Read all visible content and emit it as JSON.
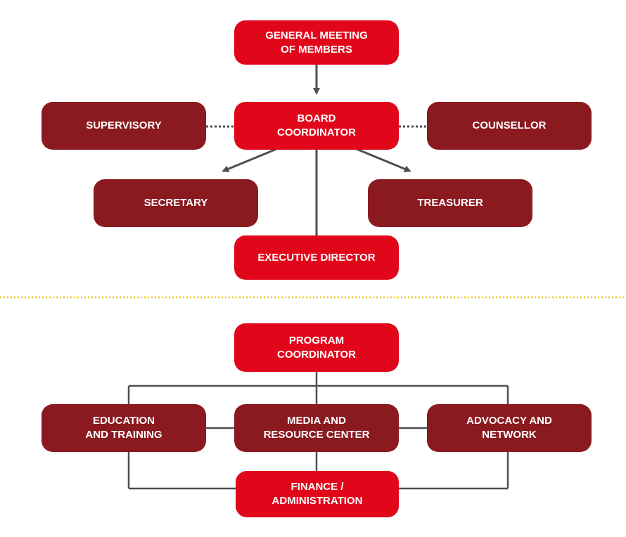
{
  "colors": {
    "primary": "#e2061b",
    "secondary": "#8b1a20",
    "connector": "#4a5055",
    "divider": "#f0c419"
  },
  "upper_section": {
    "general_meeting": "GENERAL MEETING\nOF MEMBERS",
    "board": "BOARD\nCOORDINATOR",
    "supervisory": "SUPERVISORY",
    "counsellor": "COUNSELLOR",
    "secretary": "SECRETARY",
    "treasurer": "TREASURER",
    "executive_director": "EXECUTIVE DIRECTOR"
  },
  "lower_section": {
    "program_coordinator": "PROGRAM\nCOORDINATOR",
    "education": "EDUCATION\nAND TRAINING",
    "media": "MEDIA AND\nRESOURCE CENTER",
    "advocacy": "ADVOCACY AND\nNETWORK",
    "finance": "FINANCE /\nADMINISTRATION"
  }
}
